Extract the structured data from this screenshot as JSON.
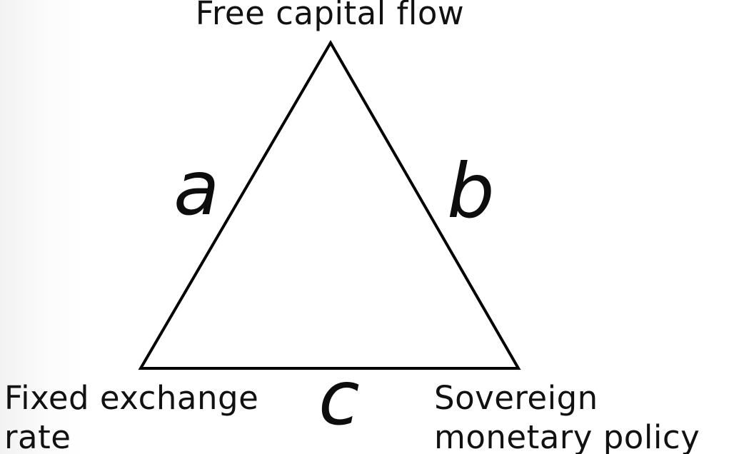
{
  "diagram": {
    "type": "triangle-trilemma",
    "vertices": {
      "top": "Free capital flow",
      "bottom_left": "Fixed exchange rate",
      "bottom_right": "Sovereign monetary policy"
    },
    "sides": {
      "left": "a",
      "right": "b",
      "bottom": "c"
    },
    "colors": {
      "line": "#000000",
      "text": "#111111",
      "background": "#ffffff"
    }
  }
}
